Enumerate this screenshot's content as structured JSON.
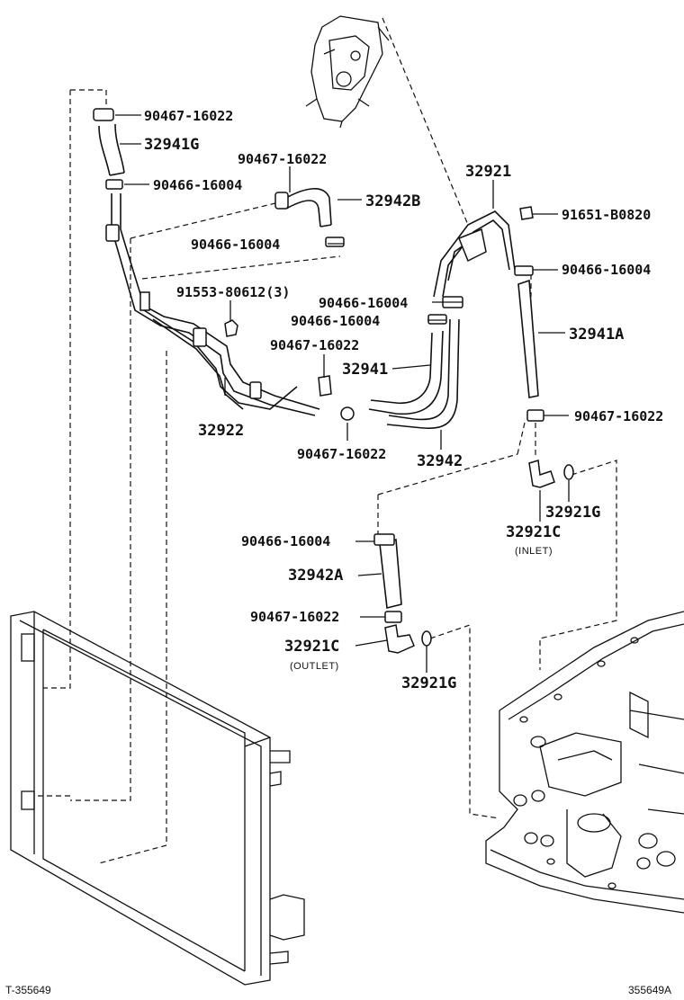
{
  "callouts": {
    "c01": "90467-16022",
    "c02": "32941G",
    "c03": "90466-16004",
    "c04": "90467-16022",
    "c05": "32942B",
    "c06": "90466-16004",
    "c07": "91553-80612(3)",
    "c08": "90467-16022",
    "c09": "32922",
    "c10": "90467-16022",
    "c11": "32921",
    "c12": "91651-B0820",
    "c13": "90466-16004",
    "c14": "90466-16004",
    "c15": "90466-16004",
    "c16": "32941A",
    "c17": "32941",
    "c18": "90467-16022",
    "c19": "32942",
    "c20": "32921G",
    "c21": "32921C",
    "c22": "(INLET)",
    "c23": "90466-16004",
    "c24": "32942A",
    "c25": "90467-16022",
    "c26": "32921C",
    "c27": "(OUTLET)",
    "c28": "32921G"
  },
  "footer": {
    "left_code": "T-355649",
    "right_code": "355649A"
  }
}
